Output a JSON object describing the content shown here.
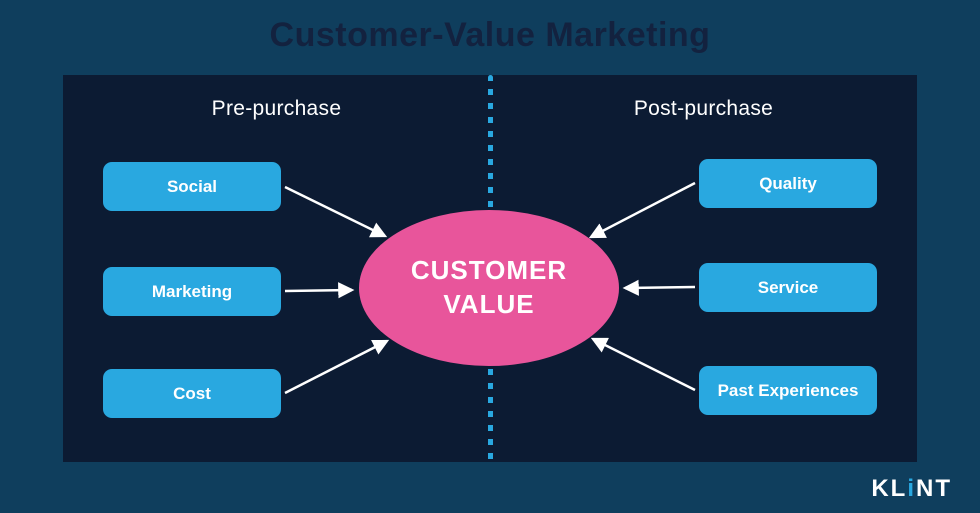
{
  "title": "Customer-Value Marketing",
  "diagram": {
    "left_section": {
      "header": "Pre-purchase",
      "items": [
        {
          "label": "Social"
        },
        {
          "label": "Marketing"
        },
        {
          "label": "Cost"
        }
      ]
    },
    "right_section": {
      "header": "Post-purchase",
      "items": [
        {
          "label": "Quality"
        },
        {
          "label": "Service"
        },
        {
          "label": "Past Experiences"
        }
      ]
    },
    "center": {
      "label_line1": "CUSTOMER",
      "label_line2": "VALUE"
    }
  },
  "logo": {
    "kl": "KL",
    "i": "i",
    "nt": "NT"
  },
  "colors": {
    "background": "#0f3e5d",
    "panel": "#0c1b33",
    "box": "#29a8e0",
    "ellipse": "#e8559b",
    "divider": "#29a8e0",
    "title_text": "#13223f",
    "label_text": "#ffffff",
    "arrow": "#ffffff"
  }
}
